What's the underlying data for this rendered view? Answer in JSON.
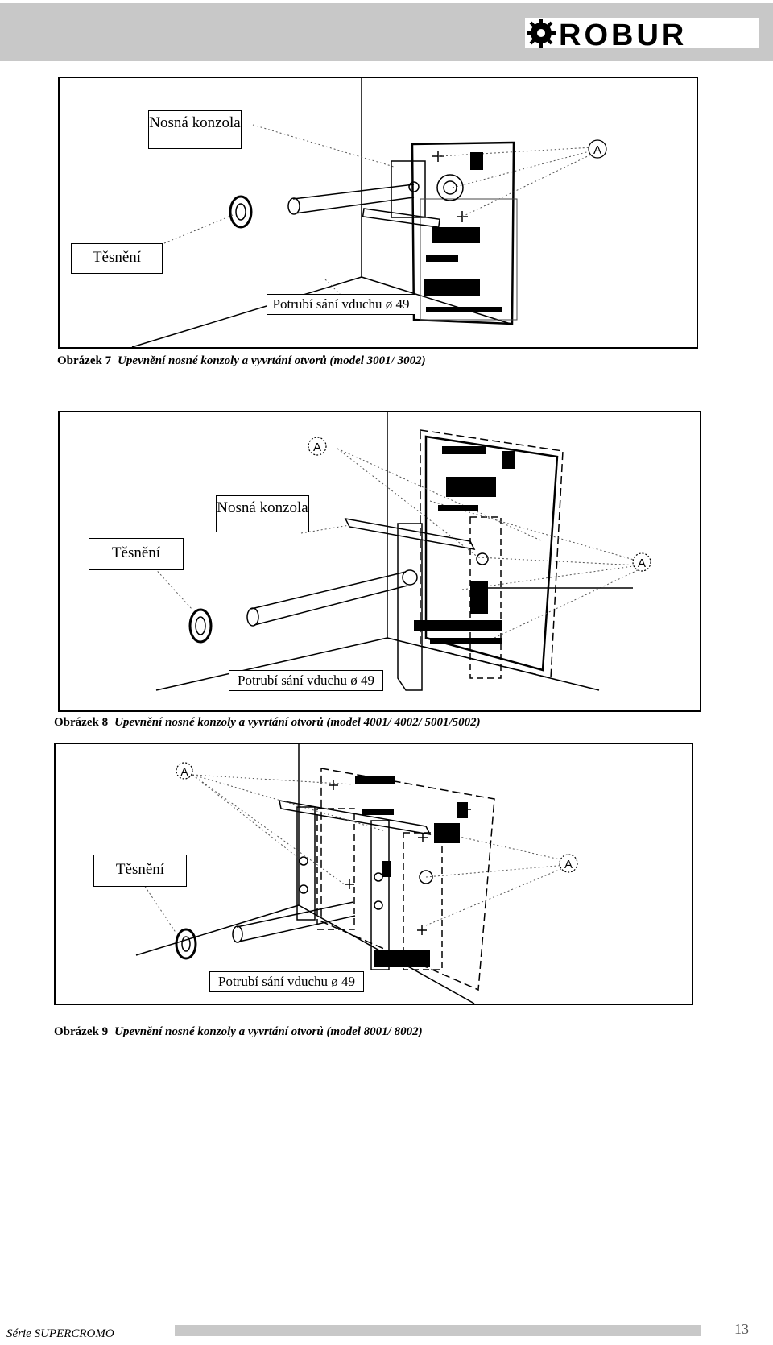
{
  "header": {
    "logo_text": "ROBUR"
  },
  "figures": [
    {
      "label_bracket": "Nosná konzola",
      "label_seal": "Těsnění",
      "label_pipe": "Potrubí sání vduchu ø 49",
      "marker": "A",
      "caption_number": "Obrázek  7",
      "caption_text": "Upevnění nosné konzoly a vyvrtání otvorů (model 3001/ 3002)"
    },
    {
      "label_bracket": "Nosná konzola",
      "label_seal": "Těsnění",
      "label_pipe": "Potrubí sání vduchu ø 49",
      "marker": "A",
      "caption_number": "Obrázek  8",
      "caption_text": "Upevnění nosné konzoly  a vyvrtání otvorů (model  4001/ 4002/ 5001/5002)"
    },
    {
      "label_seal": "Těsnění",
      "label_pipe": "Potrubí sání vduchu ø 49",
      "marker": "A",
      "caption_number": "Obrázek  9",
      "caption_text": "Upevnění nosné konzoly  a vyvrtání otvorů (model  8001/ 8002)"
    }
  ],
  "footer": {
    "series": "Série SUPERCROMO",
    "page_number": "13"
  }
}
